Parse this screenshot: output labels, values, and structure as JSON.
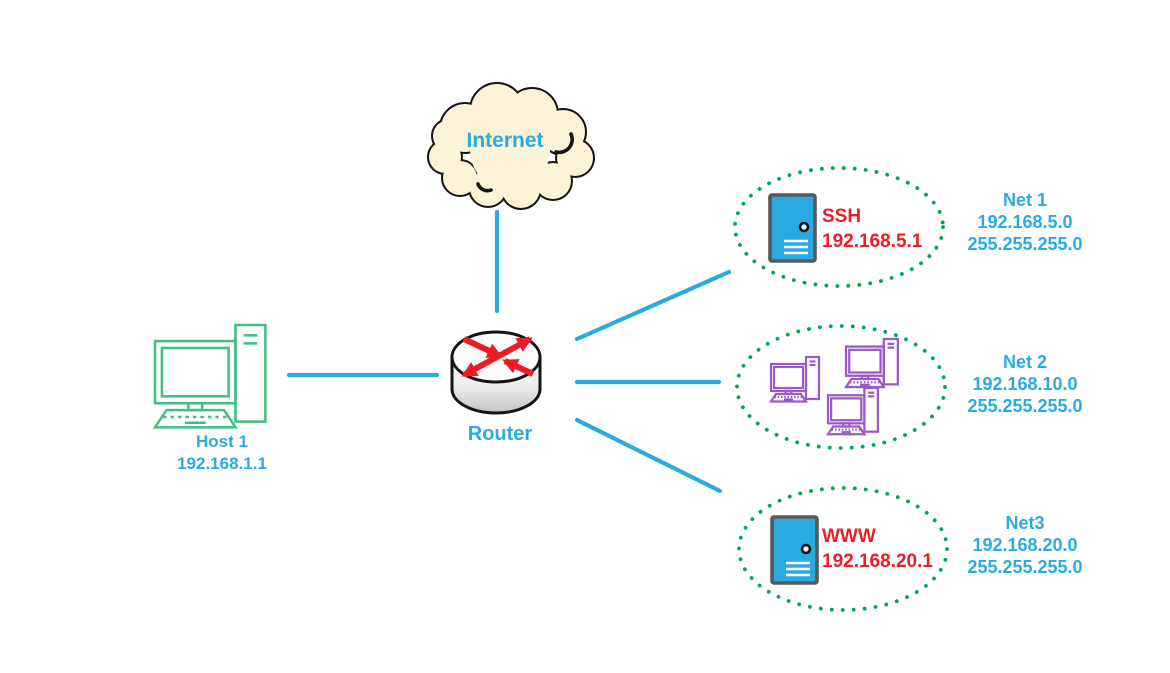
{
  "colors": {
    "accent_blue": "#29ABE2",
    "host_green": "#42BE82",
    "net_green": "#00A651",
    "workstation_purple": "#9B59C6",
    "alert_red": "#ED1C24",
    "cloud_fill": "#FBF3D5",
    "server_blue": "#29ABE2",
    "server_border_gray": "#58595B",
    "outline_black": "#151515",
    "background": "#FFFFFF"
  },
  "icons": {
    "internet": "cloud-icon",
    "router": "router-icon",
    "host": "desktop-computer-icon",
    "workstation": "desktop-computer-icon",
    "server": "server-icon"
  },
  "diagram": {
    "internet": {
      "label": "Internet"
    },
    "router": {
      "label": "Router"
    },
    "host": {
      "label": "Host 1",
      "ip": "192.168.1.1"
    },
    "nets": [
      {
        "title": "Net 1",
        "network": "192.168.5.0",
        "netmask": "255.255.255.0",
        "node": {
          "service": "SSH",
          "ip": "192.168.5.1"
        }
      },
      {
        "title": "Net 2",
        "network": "192.168.10.0",
        "netmask": "255.255.255.0"
      },
      {
        "title": "Net3",
        "network": "192.168.20.0",
        "netmask": "255.255.255.0",
        "node": {
          "service": "WWW",
          "ip": "192.168.20.1"
        }
      }
    ]
  }
}
